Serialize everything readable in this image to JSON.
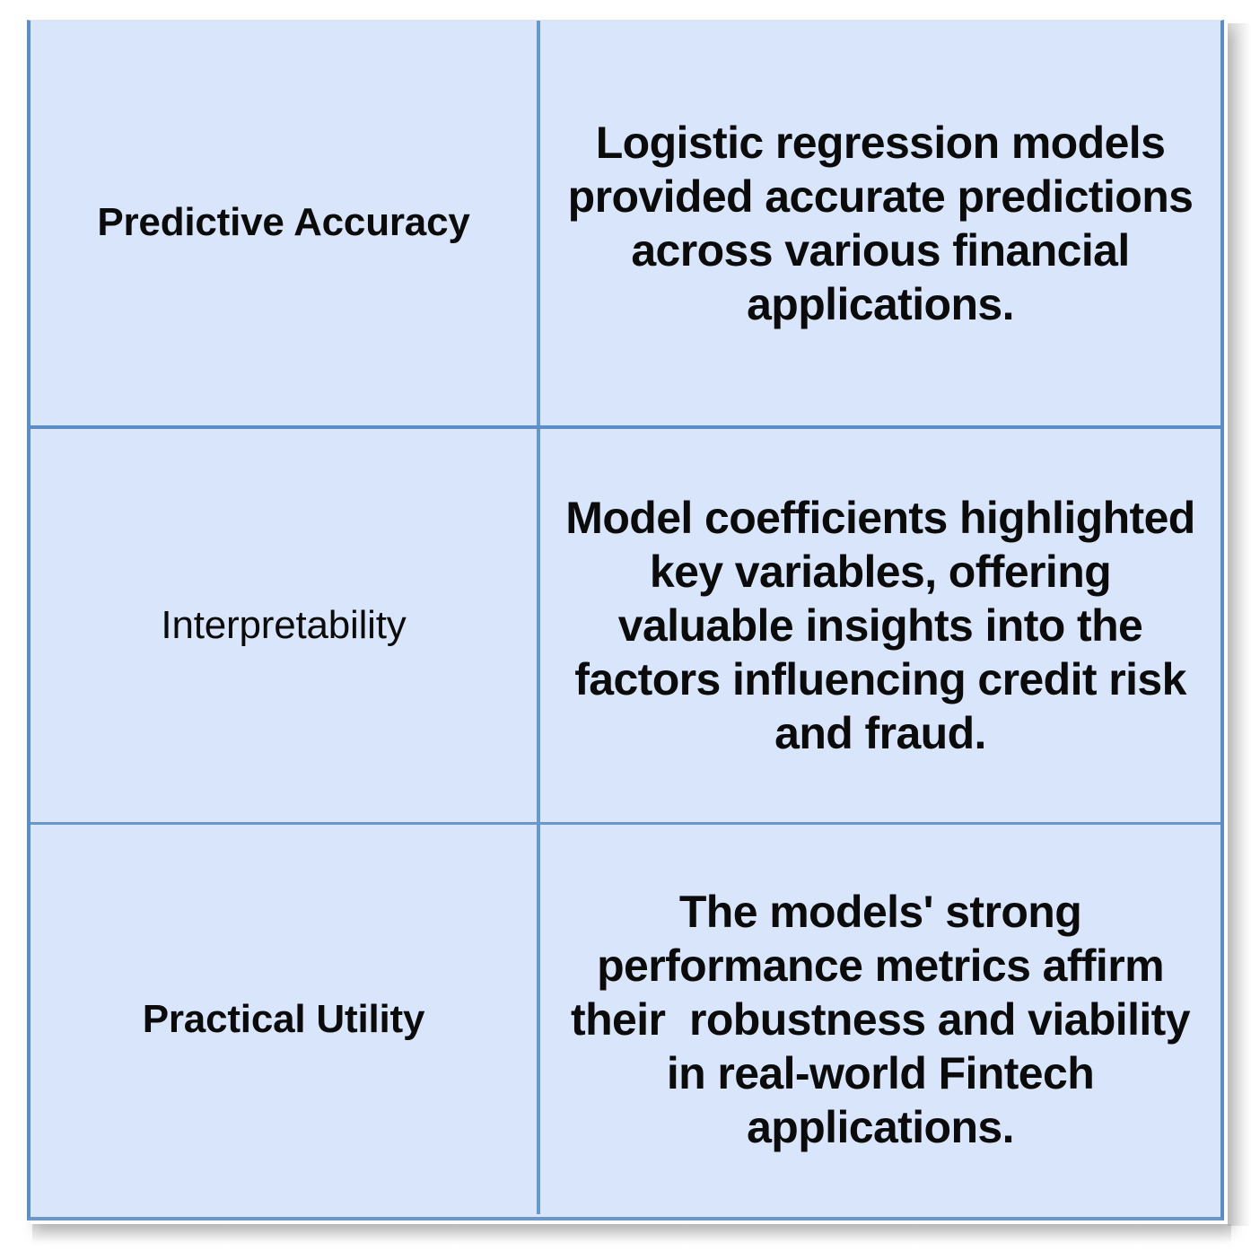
{
  "table": {
    "background_color": "#d8e5fa",
    "border_color": "#5b8cc4",
    "text_color": "#0b0b0b",
    "columns": 2,
    "rows": [
      {
        "label": "Predictive Accuracy",
        "label_weight": "bold",
        "description": "Logistic regression models\nprovided accurate predictions\nacross various financial\napplications."
      },
      {
        "label": "Interpretability",
        "label_weight": "regular",
        "description": "Model coefficients highlighted\nkey variables, offering\nvaluable insights into the\nfactors influencing credit risk\nand fraud."
      },
      {
        "label": "Practical Utility",
        "label_weight": "bold",
        "description": "The models' strong\nperformance metrics affirm\ntheir  robustness and viability\nin real-world Fintech\napplications."
      }
    ]
  }
}
